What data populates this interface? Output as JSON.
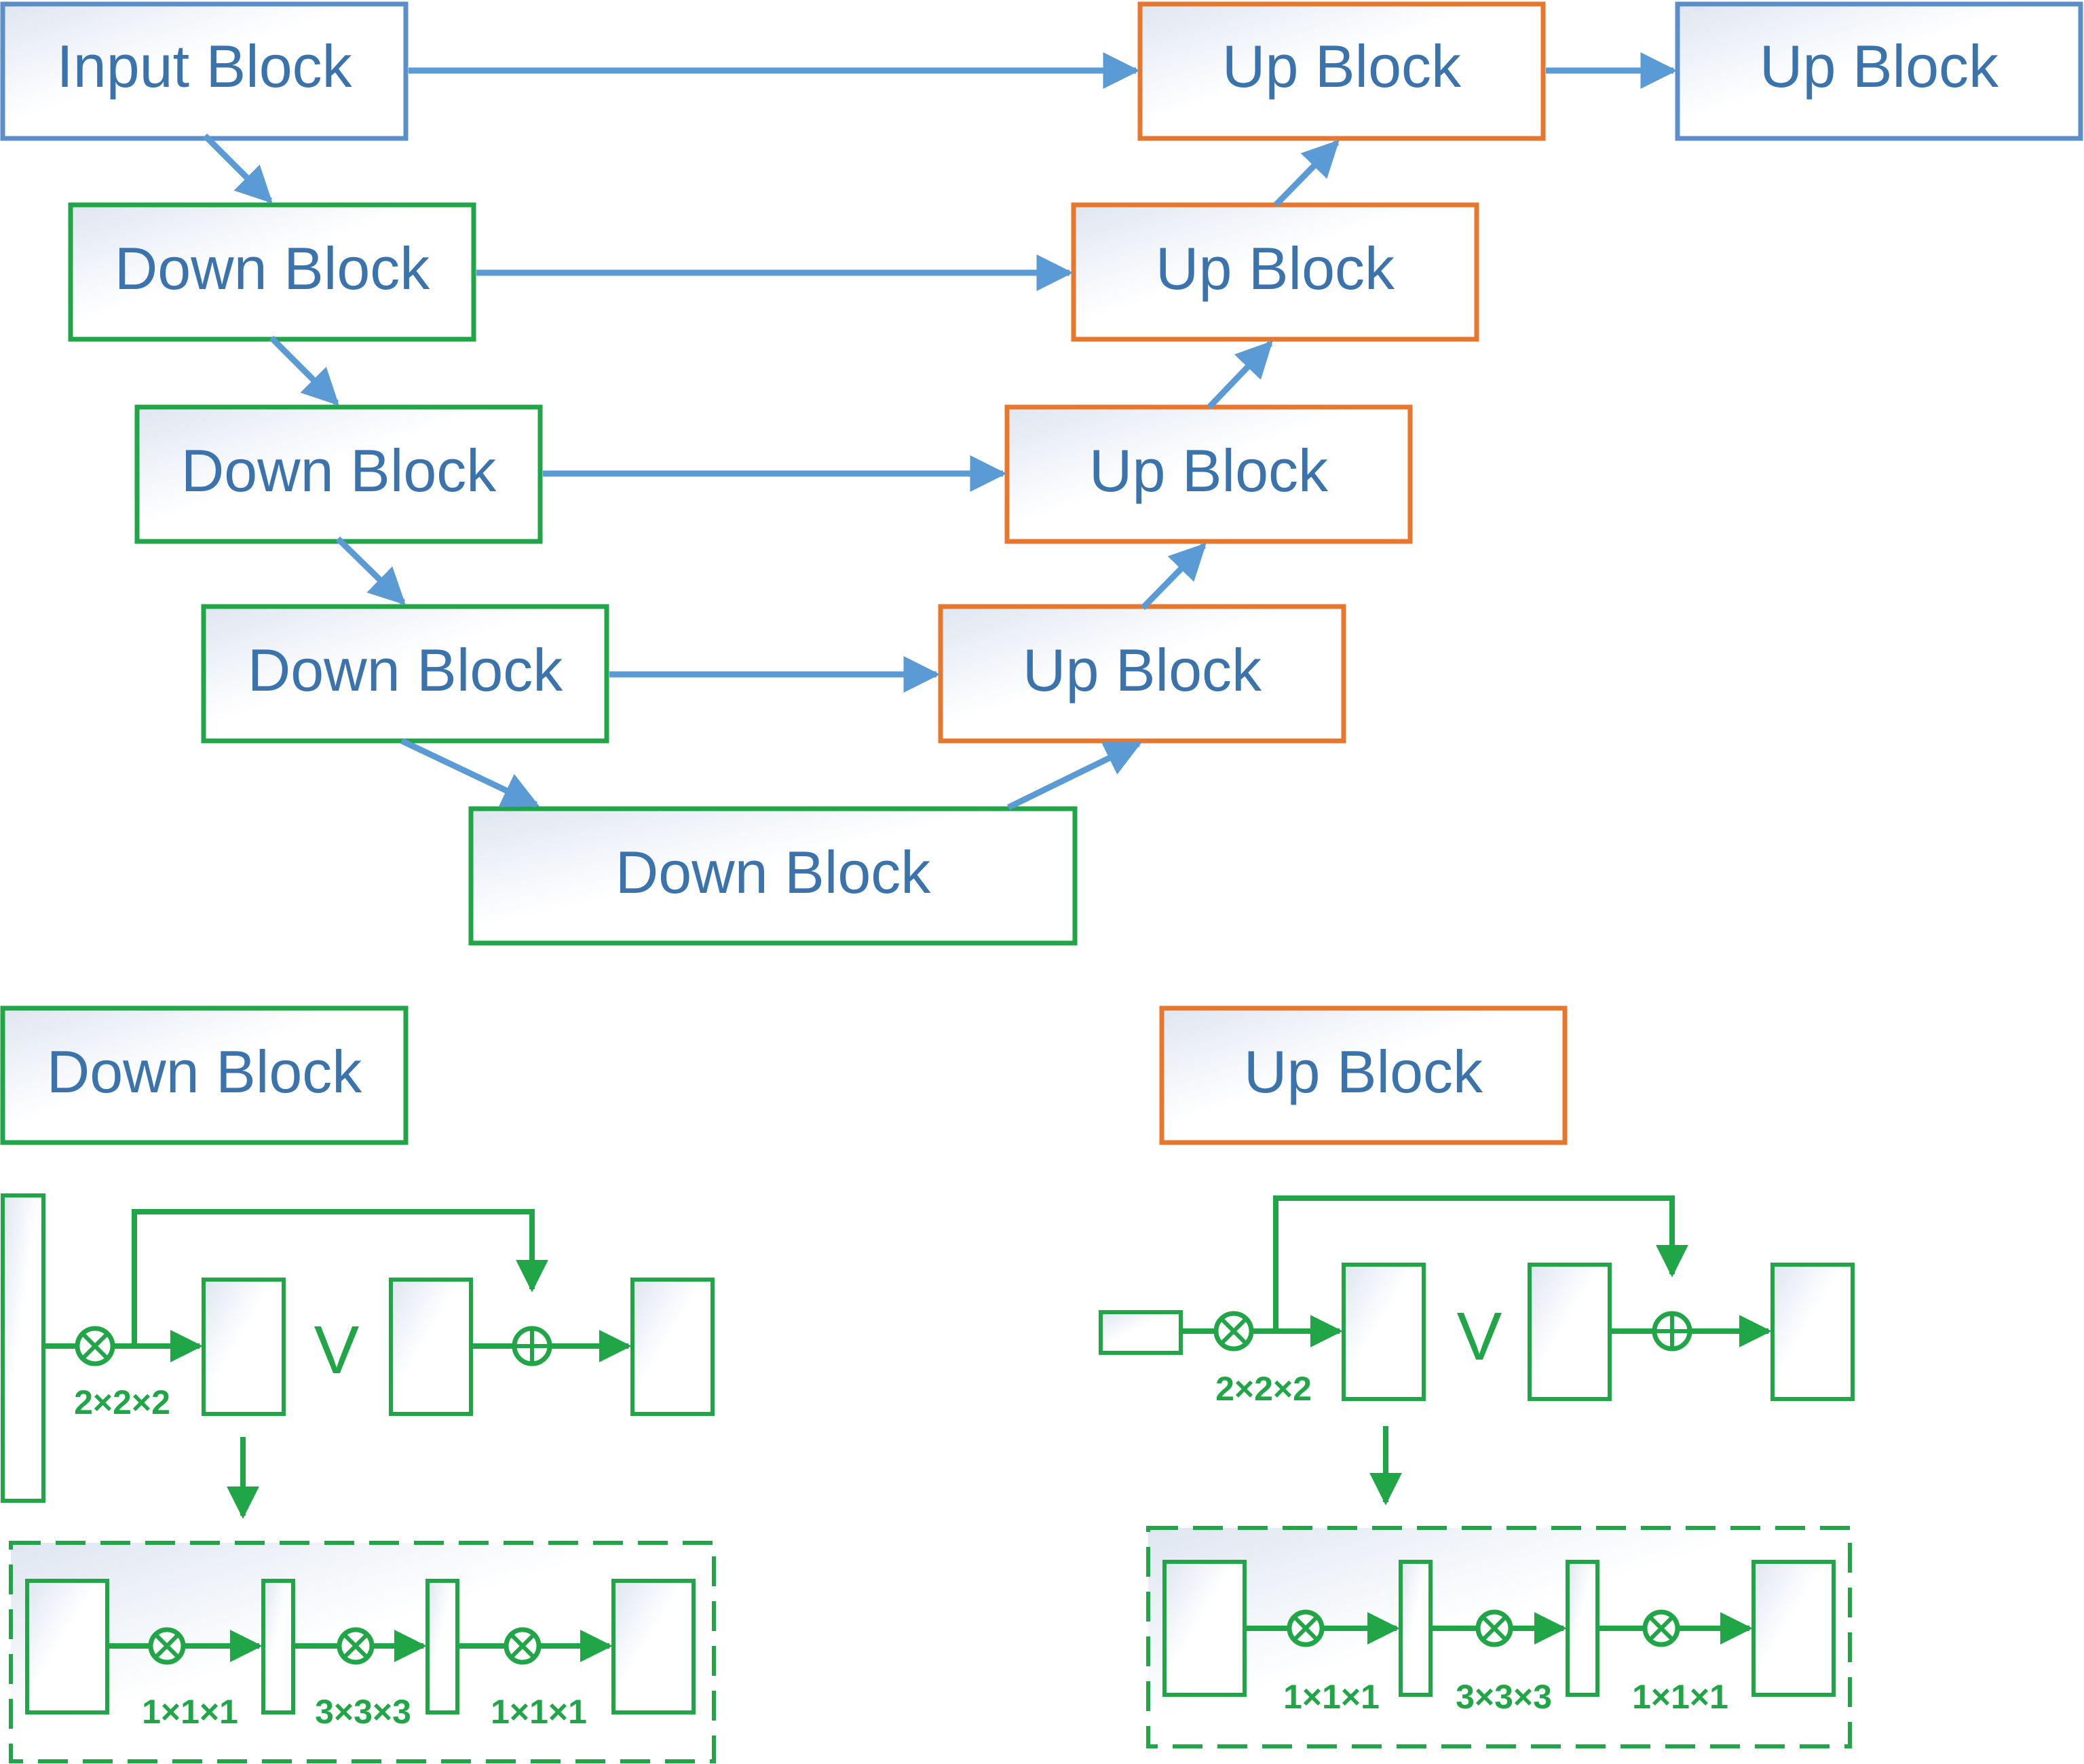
{
  "top_diagram": {
    "input_block": "Input Block",
    "down_blocks": [
      "Down Block",
      "Down Block",
      "Down Block",
      "Down Block"
    ],
    "up_blocks": [
      "Up Block",
      "Up Block",
      "Up Block",
      "Up Block"
    ],
    "output_block": "Up Block"
  },
  "down_detail": {
    "title": "Down Block",
    "conv_label": "2×2×2",
    "v_symbol": "V",
    "bottleneck_labels": [
      "1×1×1",
      "3×3×3",
      "1×1×1"
    ]
  },
  "up_detail": {
    "title": "Up Block",
    "conv_label": "2×2×2",
    "v_symbol": "V",
    "bottleneck_labels": [
      "1×1×1",
      "3×3×3",
      "1×1×1"
    ]
  },
  "colors": {
    "blue_border": "#5b8fc9",
    "green_border": "#21a647",
    "orange_border": "#e8772e",
    "arrow_blue": "#5b9bd5",
    "label_blue": "#3b73ad",
    "green": "#21a647"
  }
}
